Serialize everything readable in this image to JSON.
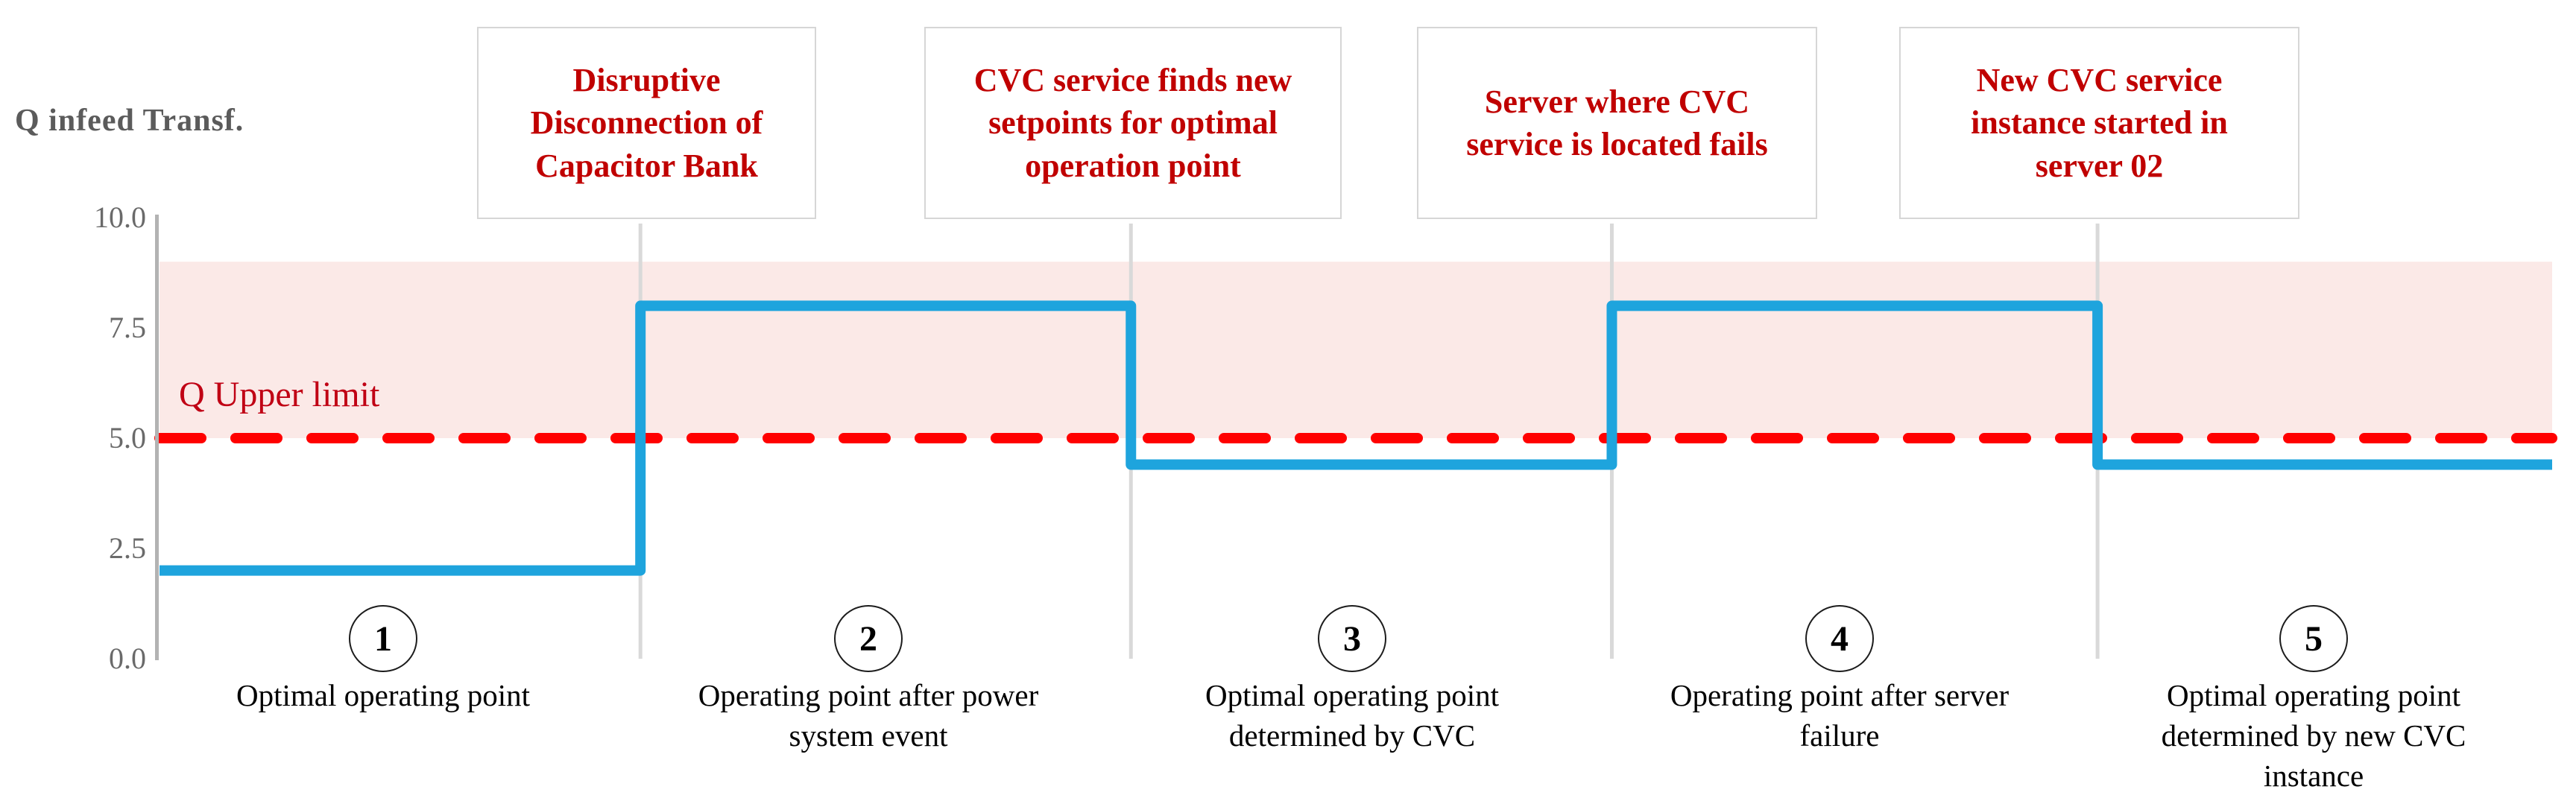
{
  "axis": {
    "label": "Q infeed Transf.",
    "ticks": [
      "10.0",
      "7.5",
      "5.0",
      "2.5",
      "0.0"
    ]
  },
  "limit": {
    "label": "Q Upper limit"
  },
  "events": [
    {
      "label": [
        "Disruptive",
        "Disconnection of",
        "Capacitor Bank"
      ]
    },
    {
      "label": [
        "CVC service finds new",
        "setpoints for optimal",
        "operation point"
      ]
    },
    {
      "label": [
        "Server where CVC",
        "service is located fails"
      ]
    },
    {
      "label": [
        "New CVC service",
        "instance started  in",
        "server 02"
      ]
    }
  ],
  "phases": [
    {
      "number": "1",
      "caption": [
        "Optimal operating point"
      ]
    },
    {
      "number": "2",
      "caption": [
        "Operating point after power",
        "system event"
      ]
    },
    {
      "number": "3",
      "caption": [
        "Optimal operating point",
        "determined by CVC"
      ]
    },
    {
      "number": "4",
      "caption": [
        "Operating point after server",
        "failure"
      ]
    },
    {
      "number": "5",
      "caption": [
        "Optimal operating point",
        "determined by new CVC",
        "instance"
      ]
    }
  ],
  "colors": {
    "step_line": "#1EA4DD",
    "limit_line": "#FF0000",
    "limit_band": "#FBE9E7",
    "annotation_text": "#C00000",
    "limit_text": "#C00014",
    "axis_text": "#5B5B5B",
    "tick_text": "#6A6A6A",
    "axis_line": "#B3B3B3",
    "event_line": "#D9D9D9",
    "box_border": "#D6D6D6"
  },
  "chart_data": {
    "type": "line",
    "subtype": "step",
    "title": "",
    "xlabel": "",
    "ylabel": "Q infeed Transf.",
    "ylim": [
      0,
      10
    ],
    "yticks": [
      10.0,
      7.5,
      5.0,
      2.5,
      0.0
    ],
    "grid": false,
    "legend": false,
    "upper_limit": {
      "label": "Q Upper limit",
      "value": 5.0
    },
    "violation_band": {
      "from": 5.0,
      "to": 9.0
    },
    "series": [
      {
        "name": "Q infeed Transf.",
        "values": [
          2.0,
          8.0,
          4.4,
          8.0,
          4.4
        ],
        "boundary_fractions": [
          0.0,
          0.201,
          0.406,
          0.607,
          0.81,
          1.0
        ]
      }
    ],
    "event_x_fractions": [
      0.201,
      0.406,
      0.607,
      0.81
    ],
    "event_annotations": [
      "Disruptive Disconnection of Capacitor Bank",
      "CVC service finds new setpoints for optimal operation point",
      "Server where CVC service is located fails",
      "New CVC service instance started  in server 02"
    ],
    "phase_annotations": [
      "1 Optimal operating point",
      "2 Operating point after power system event",
      "3 Optimal operating point determined by CVC",
      "4 Operating point after server failure",
      "5 Optimal operating point determined by new CVC instance"
    ]
  }
}
